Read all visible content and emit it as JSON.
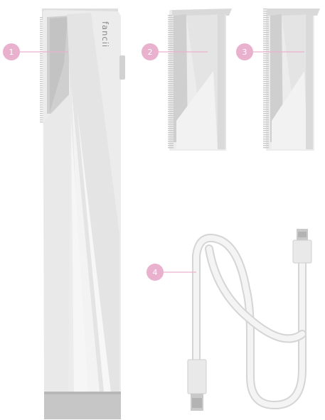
{
  "product": {
    "brand_text": "fancii"
  },
  "callouts": [
    {
      "number": "1"
    },
    {
      "number": "2"
    },
    {
      "number": "3"
    },
    {
      "number": "4"
    }
  ],
  "colors": {
    "callout_pink": "#e9b1cd",
    "device_body": "#ececec",
    "device_shadow": "#c7c7c7",
    "device_base": "#c6c6c6",
    "cable": "#e6e6e6"
  }
}
